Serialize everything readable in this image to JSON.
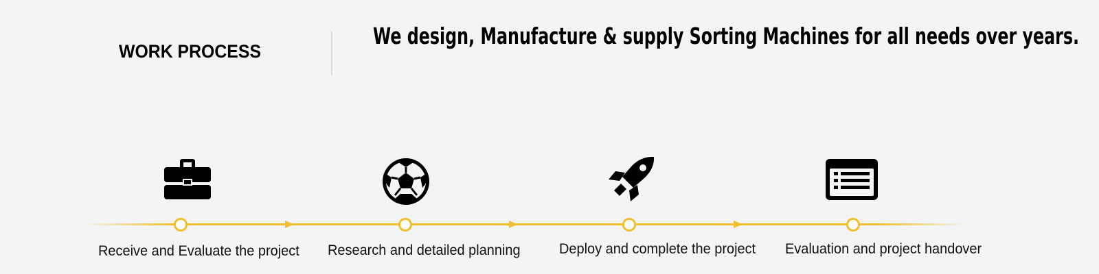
{
  "header": {
    "section_title": "WORK PROCESS",
    "tagline": "We design, Manufacture & supply Sorting Machines for all needs over years."
  },
  "colors": {
    "background": "#f3f4f6",
    "accent": "#f0c02c",
    "text": "#000000"
  },
  "steps": [
    {
      "icon": "briefcase-icon",
      "label": "Receive and Evaluate the project"
    },
    {
      "icon": "soccer-ball-icon",
      "label": "Research and detailed planning"
    },
    {
      "icon": "rocket-icon",
      "label": "Deploy and complete the project"
    },
    {
      "icon": "list-window-icon",
      "label": "Evaluation and project handover"
    }
  ]
}
